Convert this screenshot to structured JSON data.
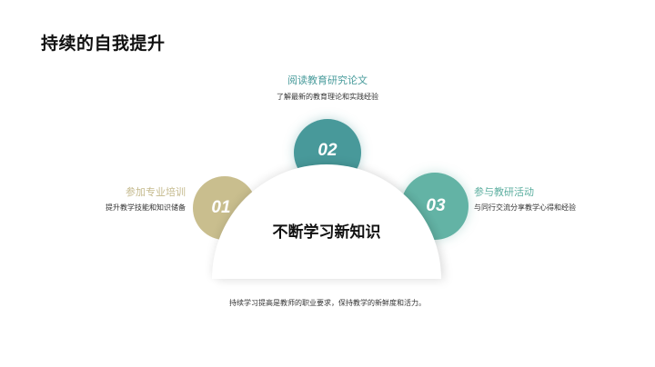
{
  "slide": {
    "title": "持续的自我提升",
    "center_label": "不断学习新知识",
    "footer": "持续学习提高是教师的职业要求，保持教学的新鲜度和活力。",
    "items": [
      {
        "number": "01",
        "title": "参加专业培训",
        "description": "提升教学技能和知识储备",
        "color": "#c9be8e"
      },
      {
        "number": "02",
        "title": "阅读教育研究论文",
        "description": "了解最新的教育理论和实践经验",
        "color": "#48999a"
      },
      {
        "number": "03",
        "title": "参与教研活动",
        "description": "与同行交流分享教学心得和经验",
        "color": "#63b3a5"
      }
    ]
  }
}
